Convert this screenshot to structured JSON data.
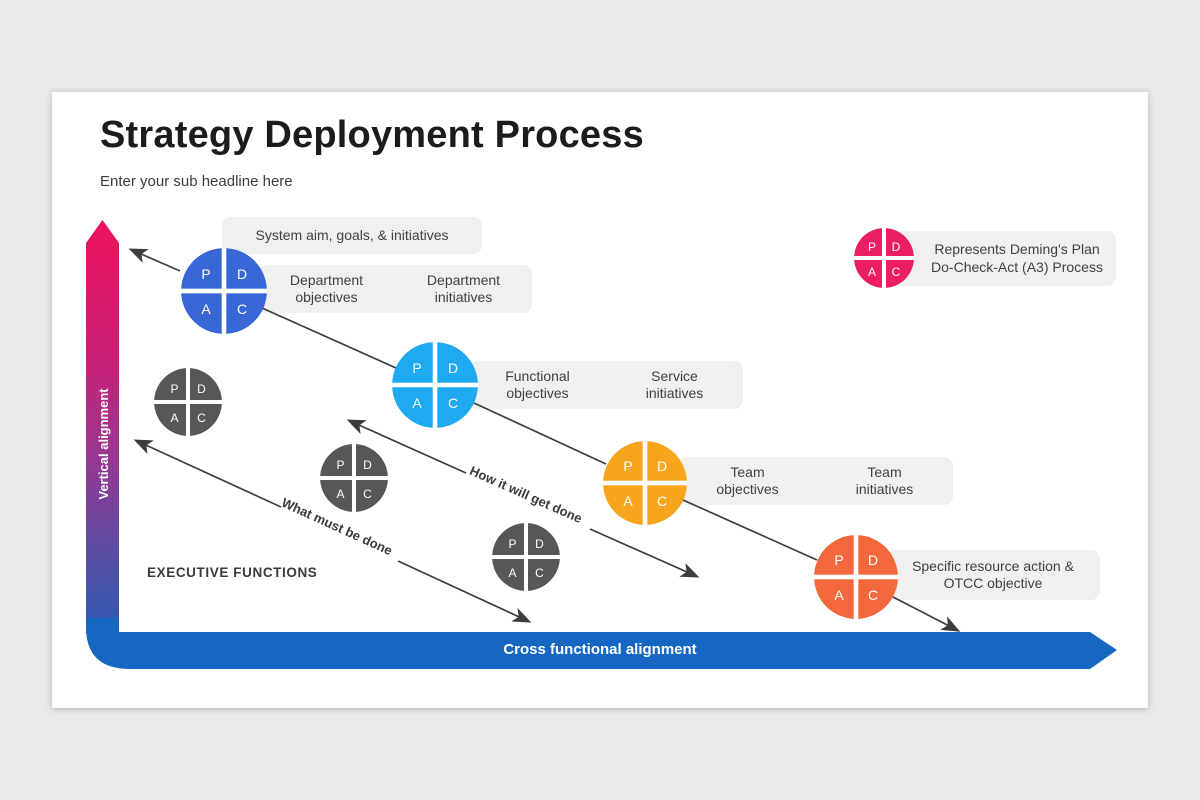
{
  "slide": {
    "title": "Strategy Deployment Process",
    "subtitle": "Enter your sub headline here"
  },
  "pdca": {
    "letters": {
      "p": "P",
      "d": "D",
      "a": "A",
      "c": "C"
    }
  },
  "axes": {
    "vertical_label": "Vertical alignment",
    "horizontal_label": "Cross functional alignment"
  },
  "labels": {
    "system_aim": "System aim, goals, & initiatives",
    "department_objectives": "Department\nobjectives",
    "department_initiatives": "Department\ninitiatives",
    "functional_objectives": "Functional\nobjectives",
    "service_initiatives": "Service\ninitiatives",
    "team_objectives": "Team\nobjectives",
    "team_initiatives": "Team\ninitiatives",
    "specific_resource": "Specific resource action &\nOTCC objective",
    "executive_functions": "EXECUTIVE FUNCTIONS",
    "what_must_be_done": "What must be done",
    "how_it_will_get_done": "How it will get done",
    "legend_text": "Represents Deming's Plan\nDo-Check-Act (A3) Process"
  },
  "colors": {
    "royal_blue": "#3a67d6",
    "sky_blue": "#1fa9f1",
    "amber": "#f8a51e",
    "tomato": "#f3683c",
    "pink": "#eb1d64",
    "gray_circle": "#575757",
    "bar_blue": "#1567c1",
    "gradient_top": "#ed125d",
    "gradient_bottom": "#2a5bb3",
    "label_box_bg": "#f0f0f1",
    "arrow_line": "#3d3d3d"
  }
}
